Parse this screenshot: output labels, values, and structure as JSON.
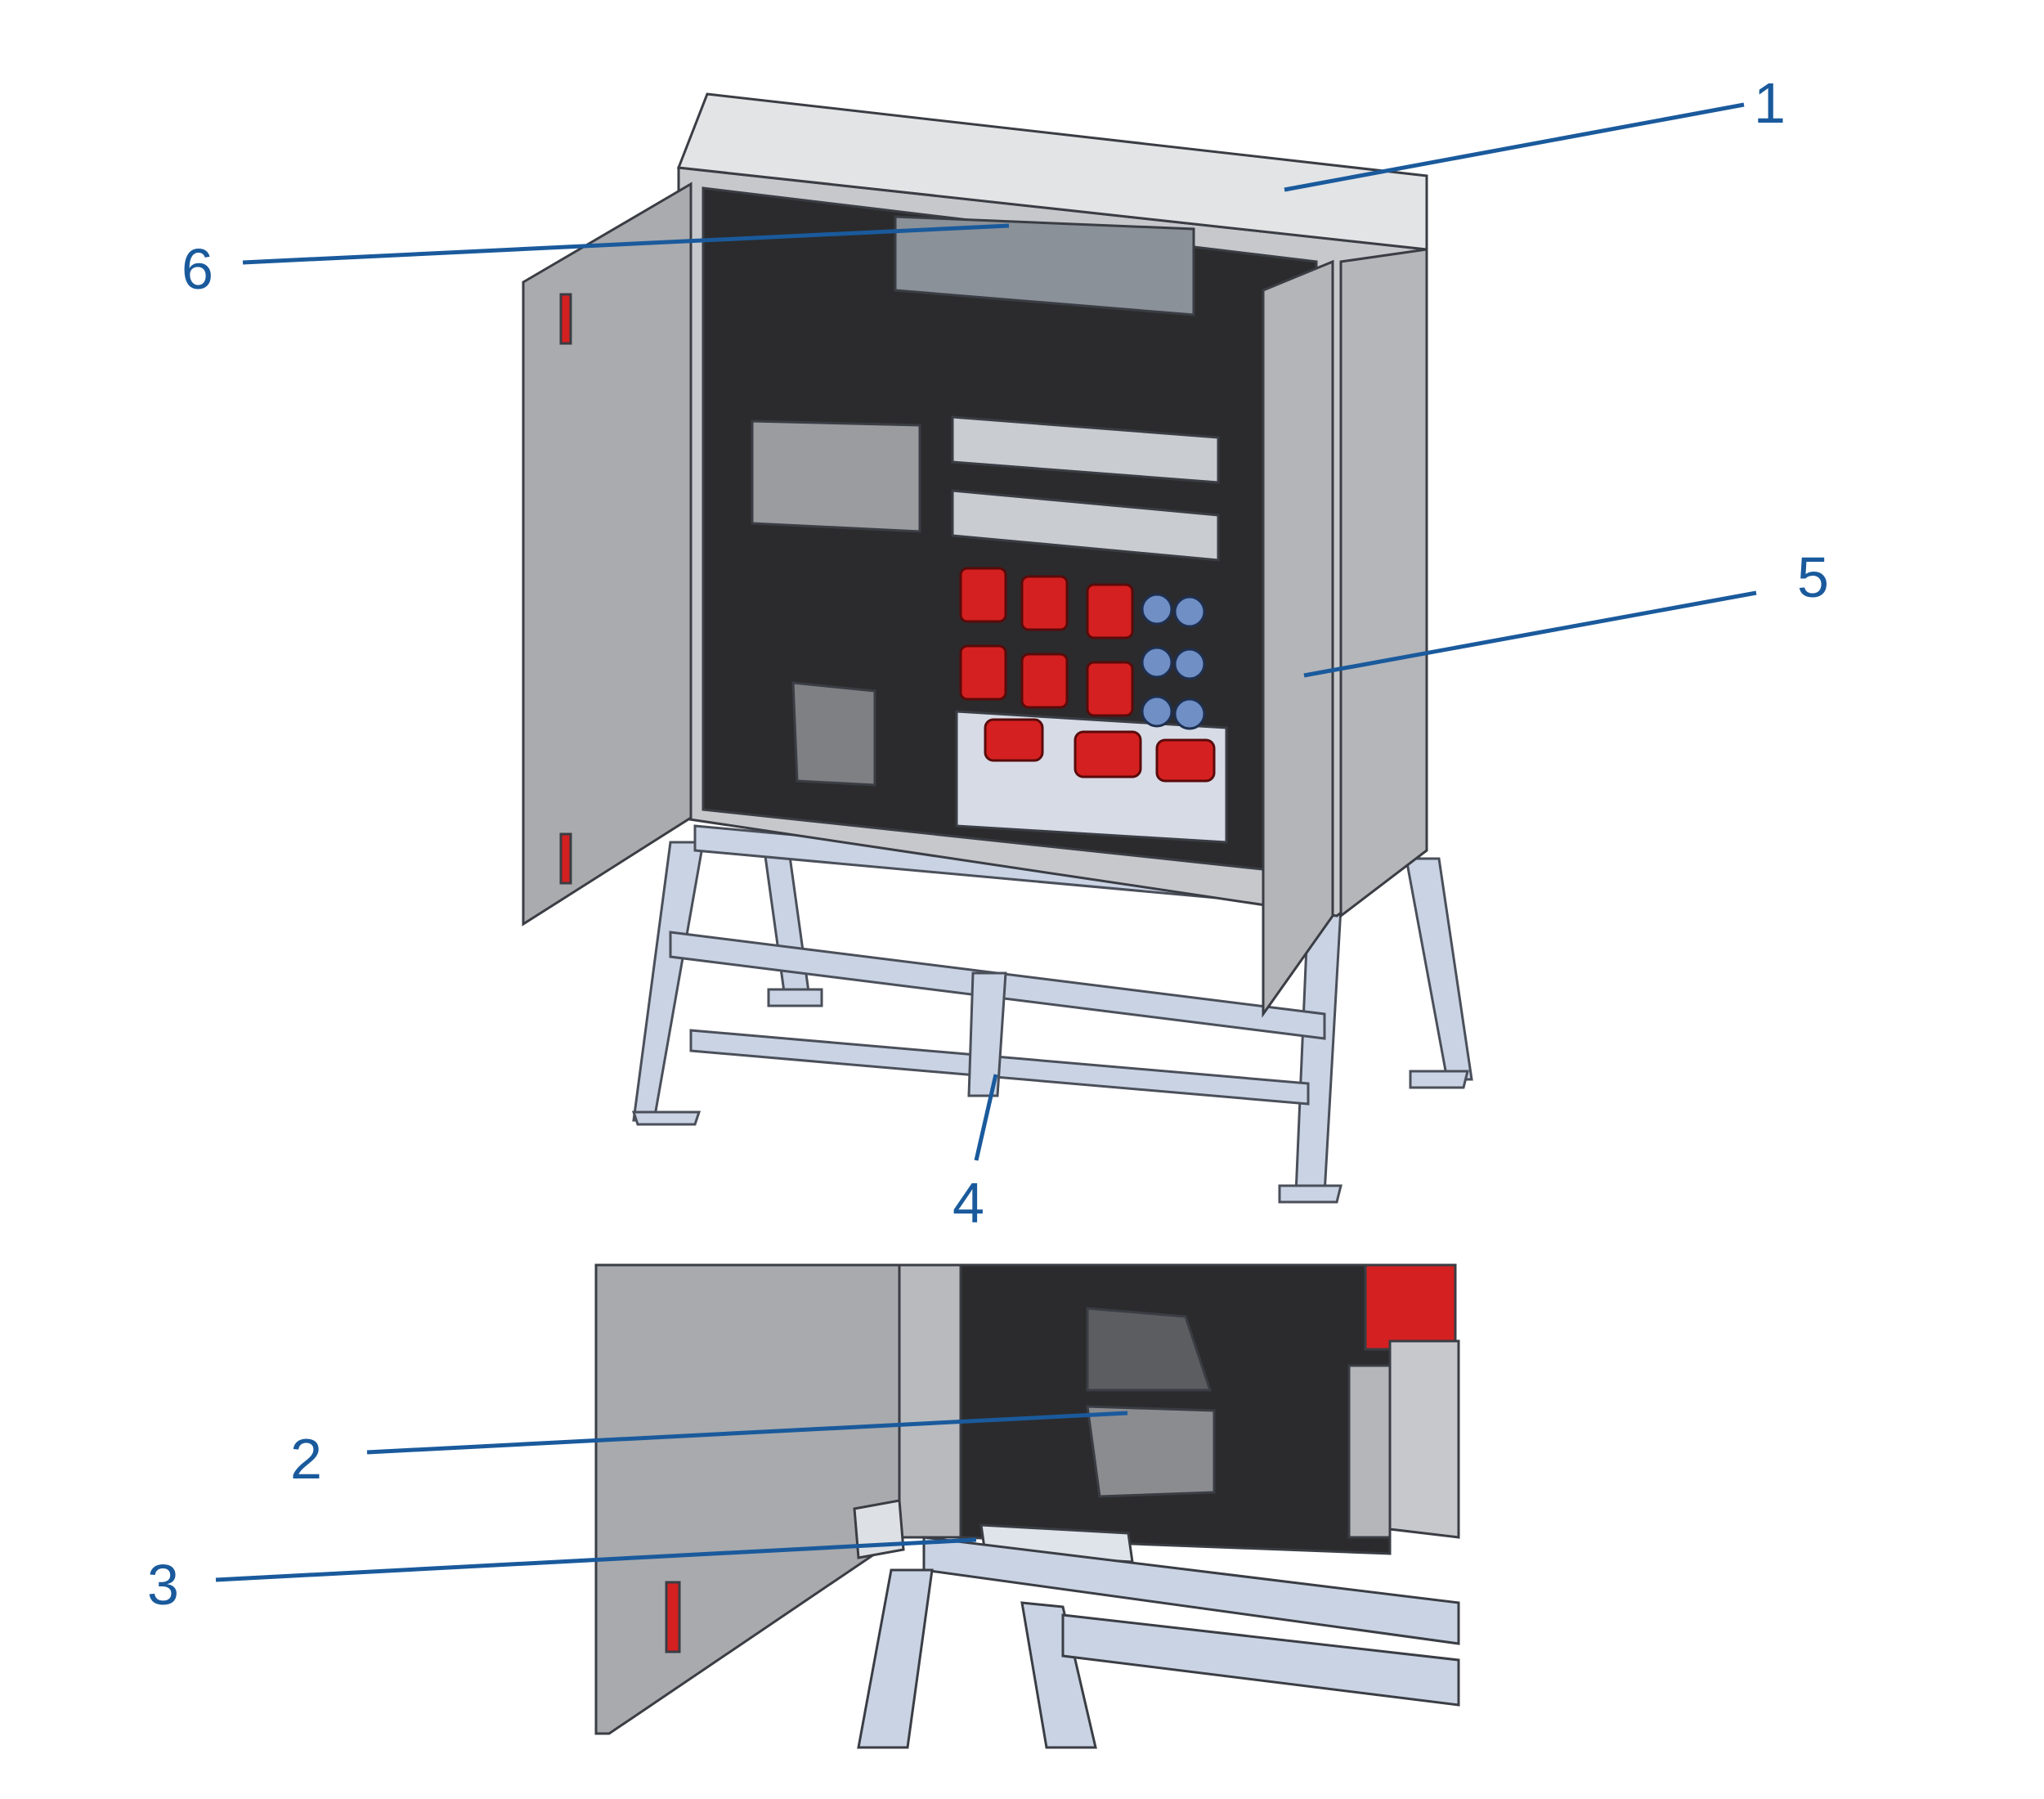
{
  "diagram": {
    "callout_color": "#1a5a9c",
    "callouts": [
      {
        "label": "1"
      },
      {
        "label": "2"
      },
      {
        "label": "3"
      },
      {
        "label": "4"
      },
      {
        "label": "5"
      },
      {
        "label": "6"
      }
    ]
  }
}
